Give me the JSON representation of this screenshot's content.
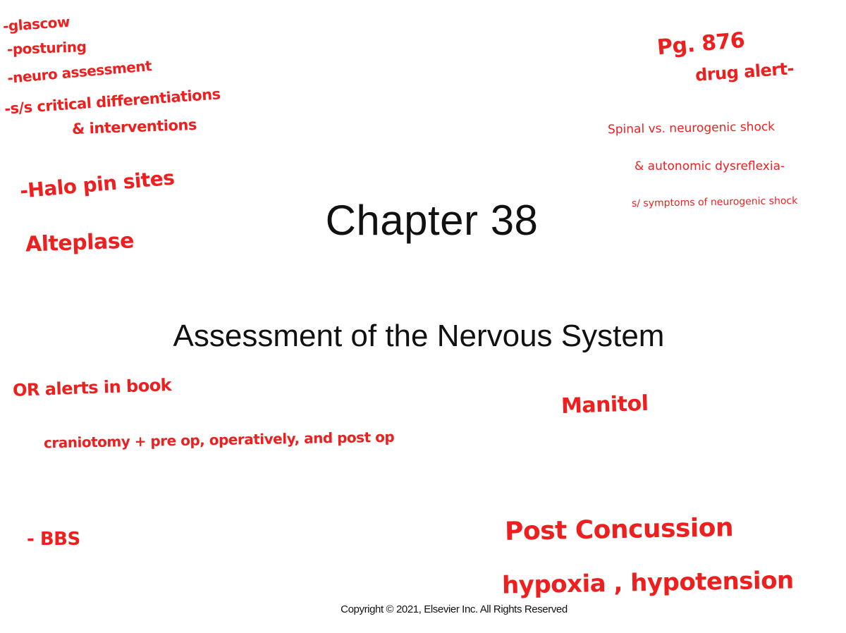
{
  "slide": {
    "title": "Chapter 38",
    "subtitle": "Assessment of the Nervous System",
    "copyright": "Copyright © 2021, Elsevier Inc. All Rights Reserved"
  },
  "handwritten_notes": {
    "top_left": [
      "-glascow",
      "-posturing",
      "-neuro assessment",
      "-s/s critical differentiations",
      "& interventions"
    ],
    "halo": "-Halo pin sites",
    "alteplase": "Alteplase",
    "top_right_pg": "Pg. 876",
    "top_right_drug": "drug alert-",
    "spinal": "Spinal vs. neurogenic shock",
    "autonomic": "& autonomic dysreflexia-",
    "symptoms": "s/ symptoms of neurogenic shock",
    "or_alerts": "OR alerts in book",
    "craniotomy": "craniotomy + pre op, operatively, and post op",
    "mannitol": "Manitol",
    "bbs": "- BBS",
    "post_concussion": "Post Concussion",
    "hypoxia": "hypoxia , hypotension"
  },
  "colors": {
    "ink": "#ee1f1f",
    "text": "#111111",
    "background": "#ffffff"
  }
}
